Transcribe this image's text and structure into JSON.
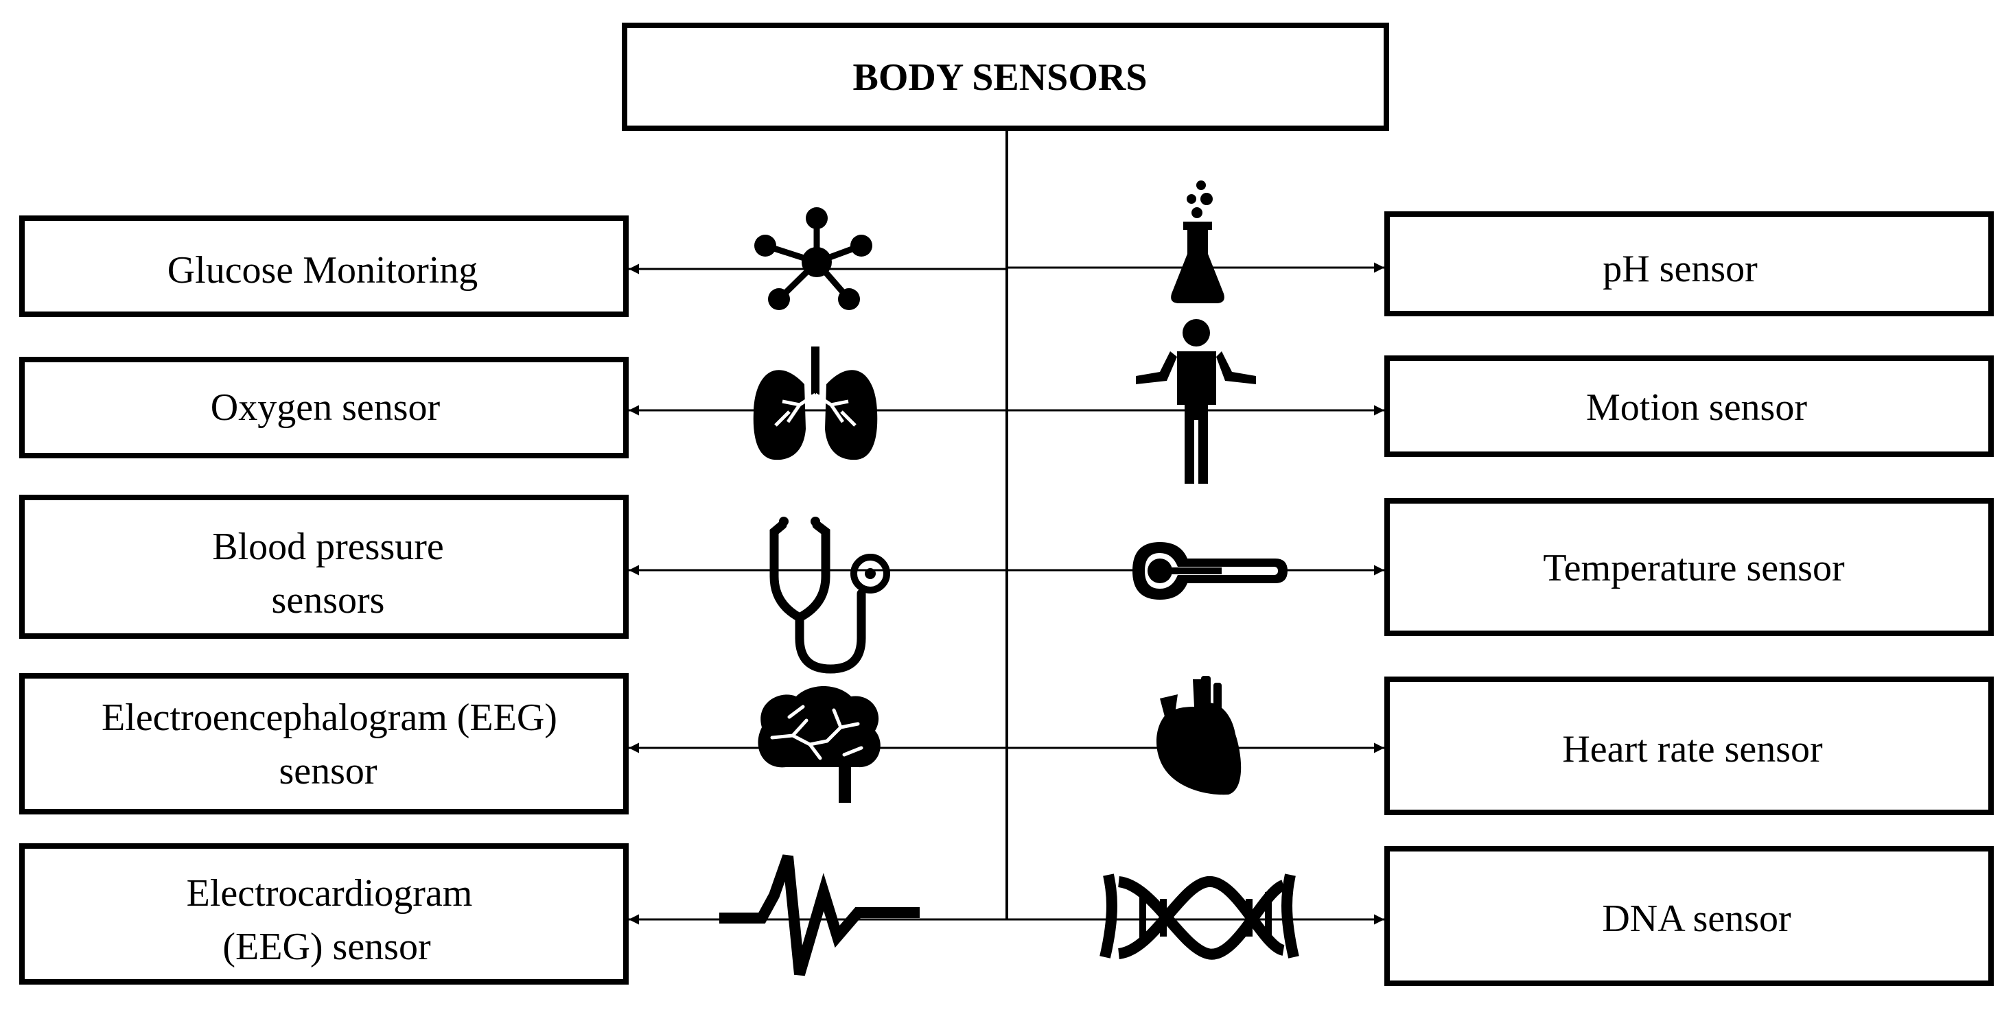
{
  "title": "BODY SENSORS",
  "left_sensors": [
    {
      "lines": [
        "Glucose Monitoring"
      ],
      "icon": "molecule-icon"
    },
    {
      "lines": [
        "Oxygen sensor"
      ],
      "icon": "lungs-icon"
    },
    {
      "lines": [
        "Blood pressure",
        "sensors"
      ],
      "icon": "stethoscope-icon"
    },
    {
      "lines": [
        "Electroencephalogram (EEG)",
        "sensor"
      ],
      "icon": "brain-icon"
    },
    {
      "lines": [
        "Electrocardiogram",
        "(EEG) sensor"
      ],
      "icon": "ecg-waveform-icon"
    }
  ],
  "right_sensors": [
    {
      "lines": [
        "pH sensor"
      ],
      "icon": "flask-icon"
    },
    {
      "lines": [
        "Motion sensor"
      ],
      "icon": "person-icon"
    },
    {
      "lines": [
        "Temperature sensor"
      ],
      "icon": "thermometer-icon"
    },
    {
      "lines": [
        "Heart rate sensor"
      ],
      "icon": "heart-icon"
    },
    {
      "lines": [
        "DNA sensor"
      ],
      "icon": "dna-icon"
    }
  ],
  "colors": {
    "line": "#000000",
    "background": "#ffffff"
  }
}
